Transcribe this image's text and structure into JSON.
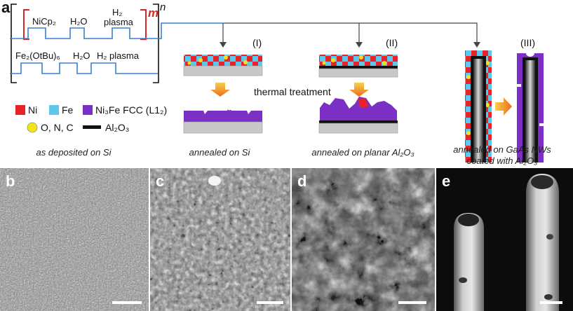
{
  "panel_a": {
    "label": "a",
    "cycle_outer": "n",
    "cycle_inner": "m",
    "ni_precursor": "NiCp₂",
    "h2o_1": "H₂O",
    "plasma_1_line1": "H₂",
    "plasma_1_line2": "plasma",
    "fe_precursor": "Fe₂(OtBu)₆",
    "h2o_2": "H₂O",
    "plasma_2": "H₂ plasma",
    "stage_I": "(I)",
    "stage_II": "(II)",
    "stage_III": "(III)",
    "thermal": "thermal treatment"
  },
  "legend": {
    "ni": "Ni",
    "fe": "Fe",
    "ni3fe": "Ni₃Fe FCC (L1₂)",
    "onc": "O, N, C",
    "al2o3": "Al₂O₃"
  },
  "captions": {
    "b": "as deposited on Si",
    "c": "annealed on Si",
    "d": "annealed on planar Al₂O₃",
    "e_line1": "annealed on GaAs NWs",
    "e_line2": "coated with Al₂O₃"
  },
  "sem_labels": {
    "b": "b",
    "c": "c",
    "d": "d",
    "e": "e"
  },
  "colors": {
    "ni": "#e8212b",
    "fe": "#5bc8ec",
    "ni3fe": "#7b2fc4",
    "onc": "#f2e318",
    "al2o3": "#111111",
    "substrate": "#c8c8c8",
    "pulse": "#3a7fd0",
    "bracket_m": "#d62828",
    "arrow_orange": "#f39a2b"
  }
}
